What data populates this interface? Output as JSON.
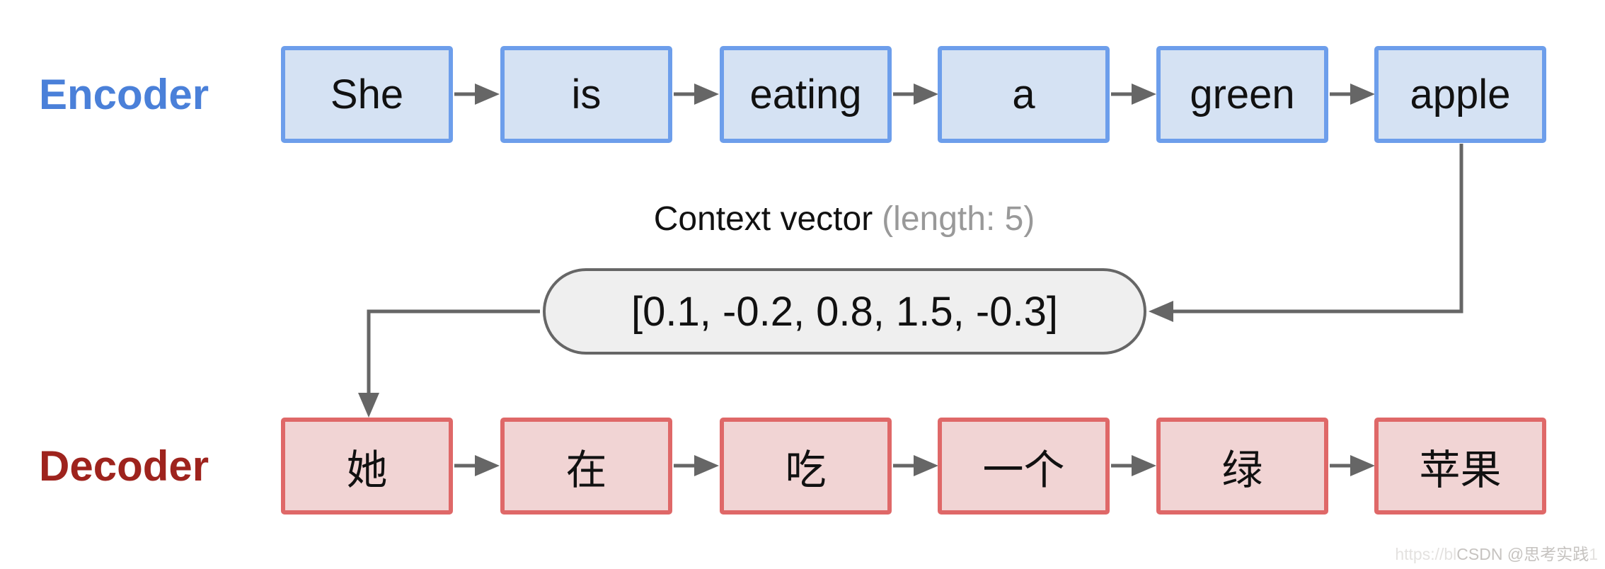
{
  "diagram": {
    "encoder": {
      "label": "Encoder",
      "tokens": [
        "She",
        "is",
        "eating",
        "a",
        "green",
        "apple"
      ]
    },
    "decoder": {
      "label": "Decoder",
      "tokens": [
        "她",
        "在",
        "吃",
        "一个",
        "绿",
        "苹果"
      ]
    },
    "context_vector": {
      "title": "Context vector",
      "length_note": "(length: 5)",
      "value": "[0.1, -0.2, 0.8, 1.5, -0.3]"
    },
    "connections": [
      "She → is → eating → a → green → apple",
      "apple → context vector",
      "context vector → 她",
      "她 → 在 → 吃 → 一个 → 绿 → 苹果"
    ],
    "watermark": {
      "prefix": "https://bl",
      "text": "CSDN @思考实践",
      "suffix": "1"
    }
  },
  "colors": {
    "page_bg": "#ffffff",
    "text": "#111111",
    "encoder_label": "#4a80d9",
    "encoder_box_border": "#6d9eeb",
    "encoder_box_fill": "#d5e2f3",
    "decoder_label": "#9e231d",
    "decoder_box_border": "#df6868",
    "decoder_box_fill": "#f1d4d4",
    "arrow": "#666666",
    "pill_fill": "#efefef",
    "pill_border": "#666666",
    "muted": "#999999",
    "watermark": "#c6c3c0",
    "watermark_light": "#e4e2e0"
  }
}
